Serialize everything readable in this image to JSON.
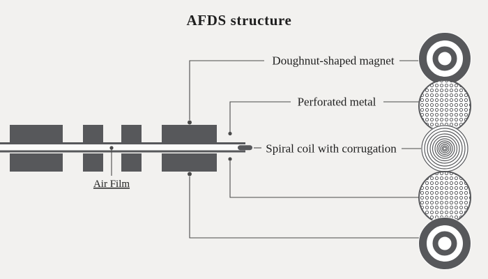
{
  "title": "AFDS structure",
  "labels": {
    "doughnut_magnet": "Doughnut-shaped magnet",
    "perforated_metal": "Perforated metal",
    "spiral_coil": "Spiral coil with corrugation",
    "air_film": "Air Film"
  },
  "colors": {
    "background": "#f2f1ef",
    "part_dark": "#57585b",
    "leader_line": "#4a4a4a",
    "text": "#1f1f1f"
  }
}
